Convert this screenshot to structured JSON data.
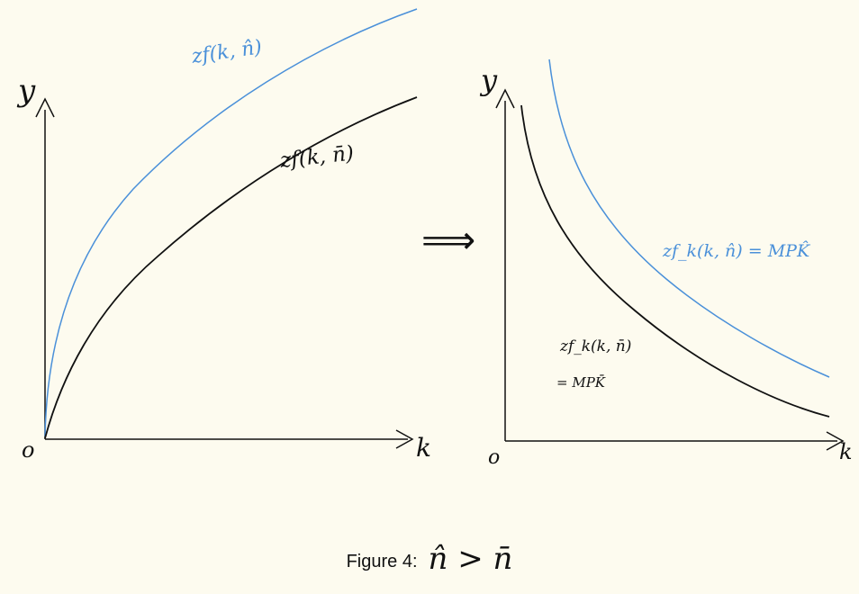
{
  "colors": {
    "background": "#fdfbef",
    "ink": "#111111",
    "blue": "#4a90d9"
  },
  "left_graph": {
    "y_label": "y",
    "x_label": "k",
    "origin_label": "o",
    "upper_curve_label": "zf(k, n̂)",
    "lower_curve_label": "zf(k, n̄)"
  },
  "implies_arrow": "⟹",
  "right_graph": {
    "y_label": "y",
    "x_label": "k",
    "origin_label": "o",
    "upper_curve_label": "zf_k(k, n̂) = MPK̂",
    "lower_curve_label_line1": "zf_k(k, n̄)",
    "lower_curve_label_line2": "= MPK̄"
  },
  "caption": {
    "label": "Figure 4:",
    "math": "n̂ > n̄"
  }
}
